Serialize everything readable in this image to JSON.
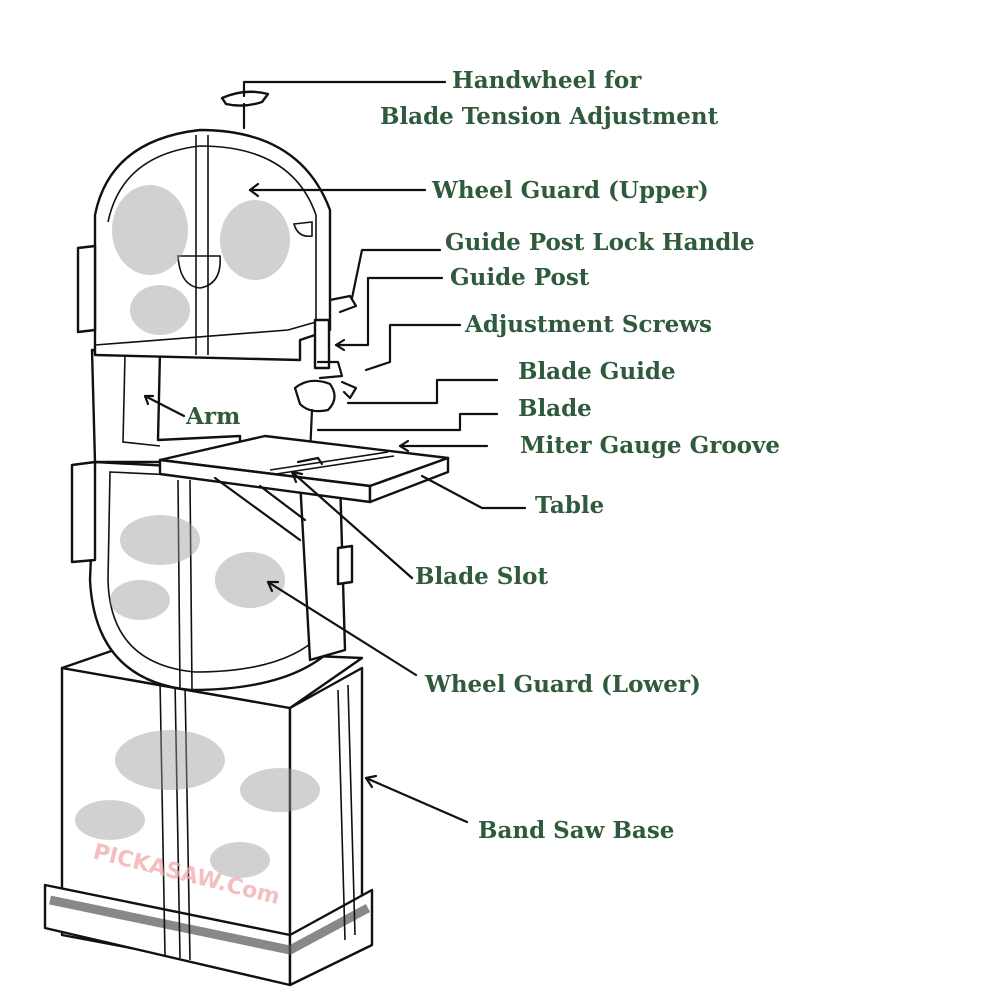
{
  "labels": {
    "handwheel_line1": "Handwheel for",
    "handwheel_line2": "Blade Tension Adjustment",
    "wheel_guard_upper": "Wheel Guard (Upper)",
    "guide_post_lock_handle": "Guide Post Lock Handle",
    "guide_post": "Guide Post",
    "adjustment_screws": "Adjustment Screws",
    "blade_guide": "Blade Guide",
    "blade": "Blade",
    "miter_gauge_groove": "Miter Gauge Groove",
    "arm": "Arm",
    "table": "Table",
    "blade_slot": "Blade Slot",
    "wheel_guard_lower": "Wheel Guard (Lower)",
    "band_saw_base": "Band Saw Base"
  },
  "watermark": "PICKASAW.Com",
  "colors": {
    "label_text": "#2f5a3c",
    "line_art": "#111111",
    "watermark": "#f2a9ad"
  }
}
